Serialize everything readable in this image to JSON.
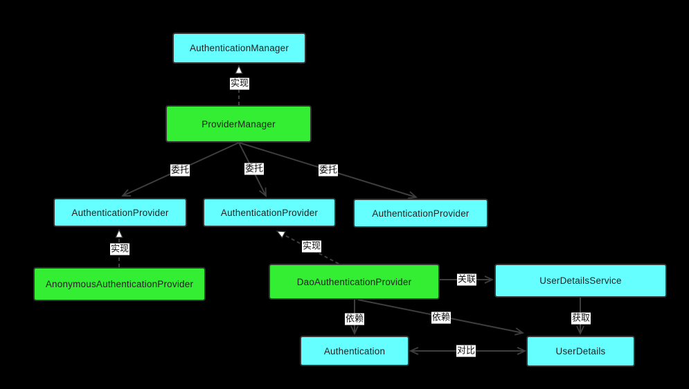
{
  "canvas": {
    "background": "#000000"
  },
  "styles": {
    "interface_node_fill": "#66FFFF",
    "class_node_fill": "#33EE33",
    "node_border": "#333333",
    "node_text": "#222222",
    "edge_line": "#3E3E3E",
    "edge_label_bg": "#FFFFFF",
    "edge_label_text": "#111111",
    "realization_arrow_fill": "#FFFFFF"
  },
  "nodes": [
    {
      "label": "AuthenticationManager",
      "kind": "interface"
    },
    {
      "label": "ProviderManager",
      "kind": "class"
    },
    {
      "label": "AuthenticationProvider",
      "kind": "interface"
    },
    {
      "label": "AuthenticationProvider",
      "kind": "interface"
    },
    {
      "label": "AuthenticationProvider",
      "kind": "interface"
    },
    {
      "label": "AnonymousAuthenticationProvider",
      "kind": "class"
    },
    {
      "label": "DaoAuthenticationProvider",
      "kind": "class"
    },
    {
      "label": "UserDetailsService",
      "kind": "interface"
    },
    {
      "label": "Authentication",
      "kind": "interface"
    },
    {
      "label": "UserDetails",
      "kind": "interface"
    }
  ],
  "edges": [
    {
      "label": "实现",
      "from": "ProviderManager",
      "to": "AuthenticationManager",
      "line": "dashed",
      "arrow": "hollow-triangle"
    },
    {
      "label": "委托",
      "from": "ProviderManager",
      "to": "AuthenticationProvider (left)",
      "line": "solid",
      "arrow": "open"
    },
    {
      "label": "委托",
      "from": "ProviderManager",
      "to": "AuthenticationProvider (middle)",
      "line": "solid",
      "arrow": "open"
    },
    {
      "label": "委托",
      "from": "ProviderManager",
      "to": "AuthenticationProvider (right)",
      "line": "solid",
      "arrow": "open"
    },
    {
      "label": "实现",
      "from": "AnonymousAuthenticationProvider",
      "to": "AuthenticationProvider (left)",
      "line": "dashed",
      "arrow": "hollow-triangle"
    },
    {
      "label": "实现",
      "from": "DaoAuthenticationProvider",
      "to": "AuthenticationProvider (middle)",
      "line": "dashed",
      "arrow": "hollow-triangle"
    },
    {
      "label": "关联",
      "from": "DaoAuthenticationProvider",
      "to": "UserDetailsService",
      "line": "solid",
      "arrow": "open"
    },
    {
      "label": "获取",
      "from": "UserDetailsService",
      "to": "UserDetails",
      "line": "solid",
      "arrow": "open"
    },
    {
      "label": "依赖",
      "from": "DaoAuthenticationProvider",
      "to": "Authentication",
      "line": "solid",
      "arrow": "open"
    },
    {
      "label": "依赖",
      "from": "DaoAuthenticationProvider",
      "to": "UserDetails",
      "line": "solid",
      "arrow": "open"
    },
    {
      "label": "对比",
      "from": "Authentication",
      "to": "UserDetails",
      "line": "solid",
      "arrow": "open-both-ends"
    }
  ]
}
